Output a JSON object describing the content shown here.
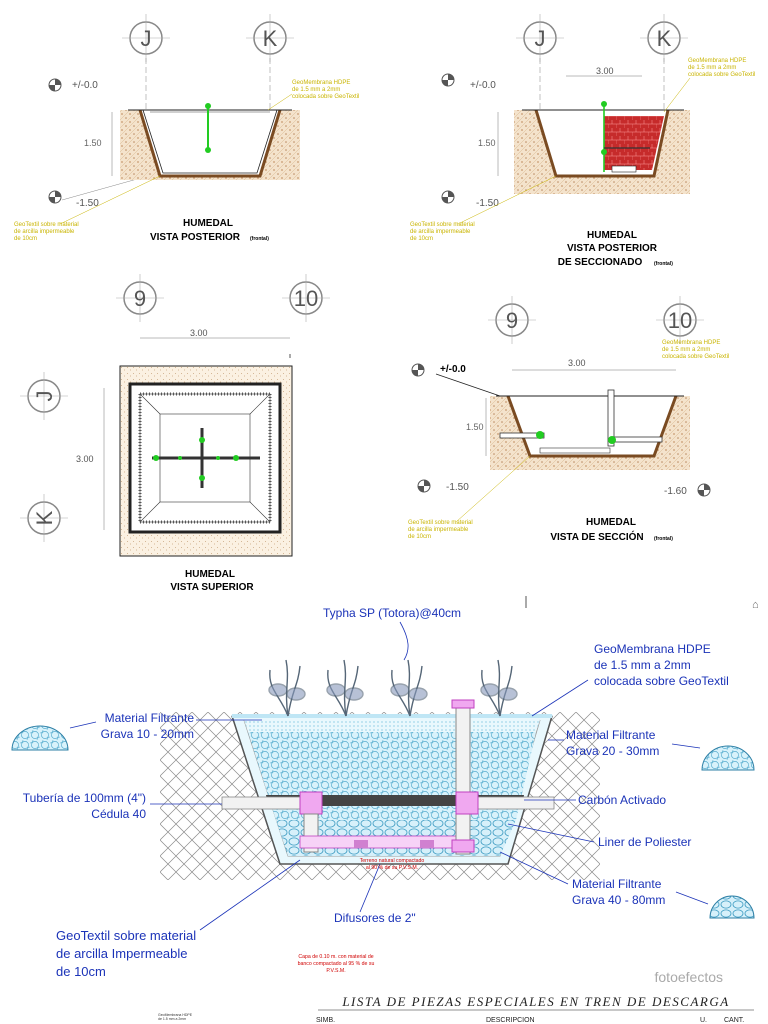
{
  "views": {
    "rear": {
      "grid_a": "J",
      "grid_b": "K",
      "level_top": "+/-0.0",
      "level_bottom": "-1.50",
      "depth": "1.50",
      "geomembrane_note": [
        "GeoMembrana HDPE",
        "de 1.5 mm a 2mm",
        "colocada sobre GeoTextil"
      ],
      "geotextil_note": [
        "GeoTextil sobre material",
        "de arcilla impermeable",
        "de 10cm"
      ],
      "title_1": "HUMEDAL",
      "title_2": "VISTA POSTERIOR",
      "suffix": "(frontal)"
    },
    "rear_section": {
      "grid_a": "J",
      "grid_b": "K",
      "level_top": "+/-0.0",
      "level_bottom": "-1.50",
      "depth": "1.50",
      "width": "3.00",
      "geomembrane_note": [
        "GeoMembrana HDPE",
        "de 1.5 mm a 2mm",
        "colocada sobre GeoTextil"
      ],
      "geotextil_note": [
        "GeoTextil sobre material",
        "de arcilla impermeable",
        "de 10cm"
      ],
      "title_1": "HUMEDAL",
      "title_2": "VISTA POSTERIOR",
      "title_3": "DE SECCIONADO",
      "suffix": "(frontal)"
    },
    "top": {
      "grid_a": "9",
      "grid_b": "10",
      "grid_c": "J",
      "grid_d": "K",
      "width": "3.00",
      "height": "3.00",
      "title_1": "HUMEDAL",
      "title_2": "VISTA SUPERIOR"
    },
    "section": {
      "grid_a": "9",
      "grid_b": "10",
      "level_top": "+/-0.0",
      "level_bottom_left": "-1.50",
      "level_bottom_right": "-1.60",
      "depth": "1.50",
      "width": "3.00",
      "geomembrane_note": [
        "GeoMembrana HDPE",
        "de 1.5 mm a 2mm",
        "colocada sobre GeoTextil"
      ],
      "geotextil_note": [
        "GeoTextil sobre material",
        "de arcilla impermeable",
        "de 10cm"
      ],
      "title_1": "HUMEDAL",
      "title_2": "VISTA DE SECCIÓN",
      "suffix": "(frontal)"
    }
  },
  "detail": {
    "typha": "Typha SP (Totora)@40cm",
    "geomembrane": [
      "GeoMembrana HDPE",
      "de 1.5 mm a 2mm",
      "colocada sobre GeoTextil"
    ],
    "filter_top": [
      "Material Filtrante",
      "Grava 10 - 20mm"
    ],
    "filter_mid": [
      "Material Filtrante",
      "Grava 20 - 30mm"
    ],
    "pipe": [
      "Tubería de 100mm (4\")",
      "Cédula 40"
    ],
    "carbon": "Carbón Activado",
    "liner": "Liner de Poliester",
    "filter_bottom": [
      "Material Filtrante",
      "Grava 40 - 80mm"
    ],
    "terrain": [
      "Terreno natural compactado",
      "al 90 % de su P.V.S.M."
    ],
    "diffusers": "Difusores de 2\"",
    "geotextil": [
      "GeoTextil sobre material",
      "de arcilla Impermeable",
      "de 10cm"
    ],
    "layer_note": [
      "Capa de 0.10 m. con material de",
      "banco compactado al 95 % de su",
      "P.V.S.M."
    ]
  },
  "footer": {
    "table_title": "LISTA DE PIEZAS ESPECIALES EN TREN DE DESCARGA",
    "col_simb": "SIMB.",
    "col_desc": "DESCRIPCION",
    "col_u": "U.",
    "col_cant": "CANT.",
    "stamp": [
      "GeoMembrana HDPE",
      "de 1.5 mm a 2mm"
    ],
    "watermark": "fotoefectos"
  },
  "colors": {
    "blue_text": "#1b33b8",
    "yellow_note": "#c9b400",
    "red_note": "#d00000",
    "pipe_magenta": "#e060e0",
    "pipe_green": "#22cc22"
  }
}
